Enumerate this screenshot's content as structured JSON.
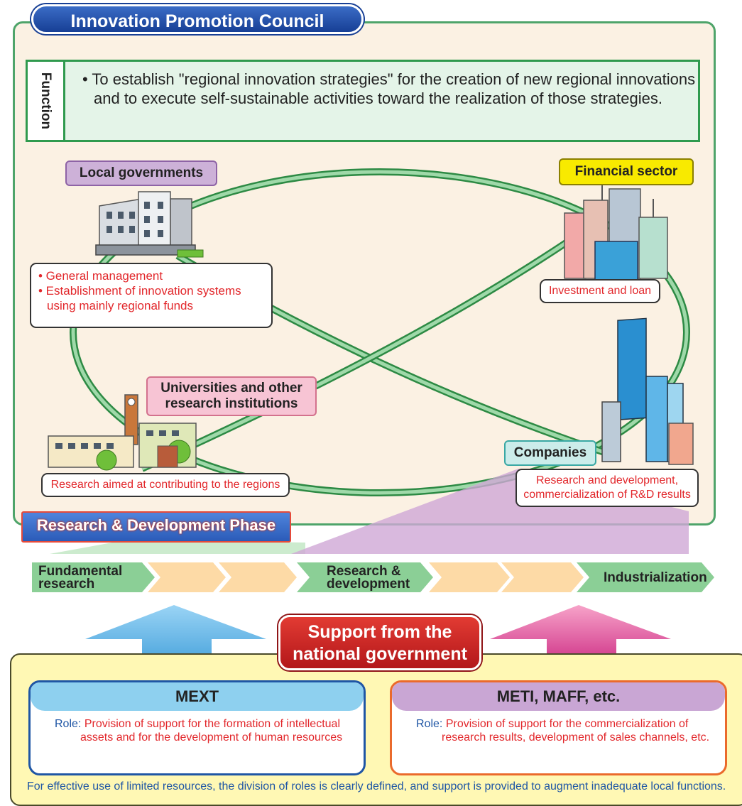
{
  "council": {
    "title": "Innovation Promotion Council"
  },
  "function": {
    "label": "Function",
    "text": "• To establish \"regional innovation strategies\" for the creation of new regional innovations and to execute self-sustainable activities toward the realization of those strategies."
  },
  "actors": {
    "local": {
      "label": "Local governments",
      "bullets": [
        "• General management",
        "• Establishment of innovation systems using mainly regional funds"
      ]
    },
    "financial": {
      "label": "Financial sector",
      "desc": "Investment and loan"
    },
    "universities": {
      "label_line1": "Universities and other",
      "label_line2": "research institutions",
      "desc": "Research aimed at contributing to the regions"
    },
    "companies": {
      "label": "Companies",
      "desc_line1": "Research and development,",
      "desc_line2": "commercialization of R&D results"
    }
  },
  "phase": {
    "label": "Research & Development Phase"
  },
  "stages": {
    "fundamental_l1": "Fundamental",
    "fundamental_l2": "research",
    "rnd_l1": "Research &",
    "rnd_l2": "development",
    "industrialization": "Industrialization"
  },
  "support": {
    "line1": "Support from the",
    "line2": "national government"
  },
  "orgs": {
    "mext": {
      "name": "MEXT",
      "role_label": "Role:",
      "role_text": "Provision of support for the formation of intellectual assets and for the development of human resources"
    },
    "meti": {
      "name": "METI, MAFF, etc.",
      "role_label": "Role:",
      "role_text": "Provision of support for the commercialization of research results, development of sales channels, etc."
    }
  },
  "footer": "For effective use of limited resources, the division of roles is clearly defined, and support is provided to augment inadequate local functions.",
  "colors": {
    "council_border": "#4ea46a",
    "council_bg": "#fbf1e3",
    "title_blue": "#1f4ea5",
    "ring_green": "#3ea45a",
    "mext_blue": "#1f56a5",
    "meti_orange": "#ea6a2c",
    "support_red": "#c8201f",
    "desc_red": "#e2272b"
  }
}
